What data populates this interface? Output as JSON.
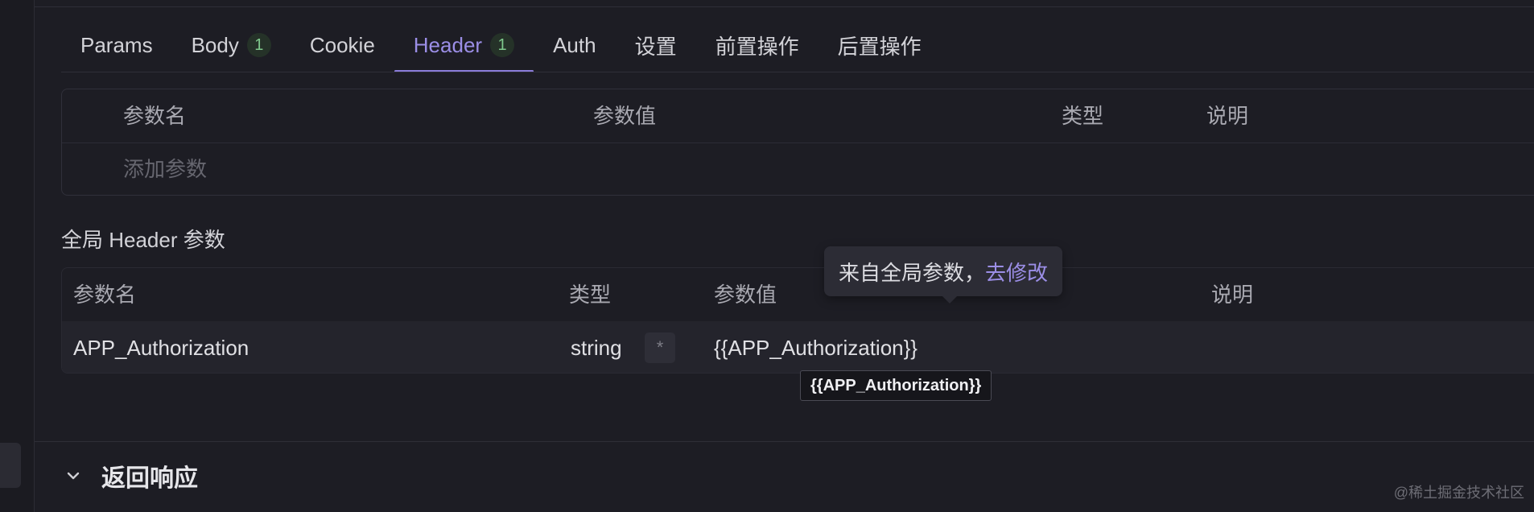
{
  "tabs": [
    {
      "label": "Params",
      "count": ""
    },
    {
      "label": "Body",
      "count": "1"
    },
    {
      "label": "Cookie",
      "count": ""
    },
    {
      "label": "Header",
      "count": "1"
    },
    {
      "label": "Auth",
      "count": ""
    },
    {
      "label": "设置",
      "count": ""
    },
    {
      "label": "前置操作",
      "count": ""
    },
    {
      "label": "后置操作",
      "count": ""
    }
  ],
  "active_tab": "Header",
  "header_params": {
    "columns": [
      "参数名",
      "参数值",
      "类型",
      "说明"
    ],
    "add_placeholder": "添加参数"
  },
  "global_header": {
    "title": "全局 Header 参数",
    "columns": [
      "参数名",
      "类型",
      "参数值",
      "说明"
    ],
    "rows": [
      {
        "name": "APP_Authorization",
        "type": "string",
        "required_mark": "*",
        "value": "{{APP_Authorization}}"
      }
    ]
  },
  "popover": {
    "text": "来自全局参数，",
    "link": "去修改"
  },
  "tooltip": {
    "text": "{{APP_Authorization}}"
  },
  "response": {
    "label": "返回响应",
    "icon": "chevron-down-icon"
  },
  "watermark": "@稀土掘金技术社区",
  "colors": {
    "accent": "#8b7cd9",
    "count_badge_text": "#7fc98c",
    "background": "#1d1d24"
  }
}
